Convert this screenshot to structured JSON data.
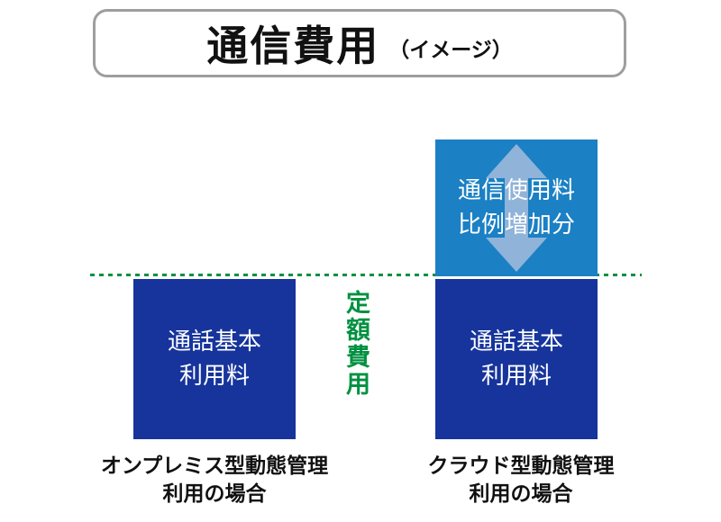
{
  "title": {
    "main": "通信費用",
    "sub": "（イメージ）"
  },
  "fixed_cost": {
    "label": "定額費用"
  },
  "left_bar": {
    "label_line1": "通話基本",
    "label_line2": "利用料",
    "caption_line1": "オンプレミス型動態管理",
    "caption_line2": "利用の場合"
  },
  "right_bar": {
    "increase_line1": "通信使用料",
    "increase_line2": "比例増加分",
    "label_line1": "通話基本",
    "label_line2": "利用料",
    "caption_line1": "クラウド型動態管理",
    "caption_line2": "利用の場合"
  },
  "colors": {
    "dark_blue": "#16349b",
    "light_blue": "#1b80c4",
    "arrow_blue": "#8fb3d9",
    "green": "#009140",
    "title_border": "#9e9e9e"
  }
}
